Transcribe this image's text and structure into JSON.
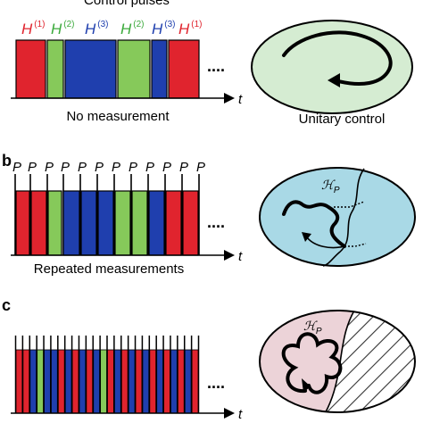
{
  "panel_a": {
    "header": "Control pulses",
    "hamiltonians": [
      {
        "symbol": "H",
        "superscript": "(1)",
        "color": "#e0242e"
      },
      {
        "symbol": "H",
        "superscript": "(2)",
        "color": "#3caa3c"
      },
      {
        "symbol": "H",
        "superscript": "(3)",
        "color": "#1f3fae"
      },
      {
        "symbol": "H",
        "superscript": "(2)",
        "color": "#3caa3c"
      },
      {
        "symbol": "H",
        "superscript": "(3)",
        "color": "#1f3fae"
      },
      {
        "symbol": "H",
        "superscript": "(1)",
        "color": "#e0242e"
      }
    ],
    "ellipsis": "....",
    "time_axis": "t",
    "caption": "No measurement",
    "state_caption": "Unitary control"
  },
  "panel_b": {
    "label": "b",
    "measurement_symbol": "P",
    "ellipsis": "....",
    "time_axis": "t",
    "caption": "Repeated measurements",
    "subspace_symbol": "ℋ",
    "subspace_subscript": "P"
  },
  "panel_c": {
    "label": "c",
    "ellipsis": "....",
    "time_axis": "t",
    "subspace_symbol": "ℋ",
    "subspace_subscript": "P"
  },
  "colors": {
    "red": "#e0242e",
    "green": "#86c95a",
    "blue": "#1f3fae",
    "ellipse_a": "#d5ecd2",
    "ellipse_b": "#a9d9e6",
    "ellipse_c": "#ecd3d8"
  }
}
